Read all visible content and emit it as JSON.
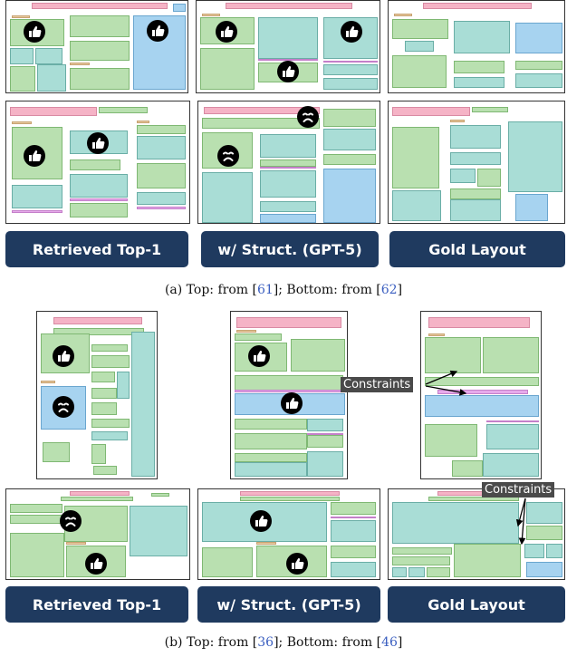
{
  "section_a": {
    "labels": [
      "Retrieved Top-1",
      "w/ Struct. (GPT-5)",
      "Gold Layout"
    ],
    "caption": {
      "prefix": "(a) Top: from [",
      "ref1": "61",
      "middle": "]; Bottom: from [",
      "ref2": "62",
      "suffix": "]"
    }
  },
  "section_b": {
    "labels": [
      "Retrieved Top-1",
      "w/ Struct. (GPT-5)",
      "Gold Layout"
    ],
    "annotations": [
      "Constraints",
      "Constraints"
    ],
    "caption": {
      "prefix": "(b) Top: from [",
      "ref1": "36",
      "middle": "]; Bottom: from [",
      "ref2": "46",
      "suffix": "]"
    }
  },
  "icons": {
    "positive": "thumbs-up-icon",
    "negative": "frown-face-icon"
  },
  "colors": {
    "label_bar": "#1f3a5f",
    "text_block": "#b9e0b0",
    "table_block": "#a9ddd6",
    "figure_block": "#a7d3f0",
    "title_block": "#f5b3c6",
    "header_block": "#e8c9a0",
    "caption_block": "#e6a9ea",
    "reference_link": "#3b5fc0"
  }
}
